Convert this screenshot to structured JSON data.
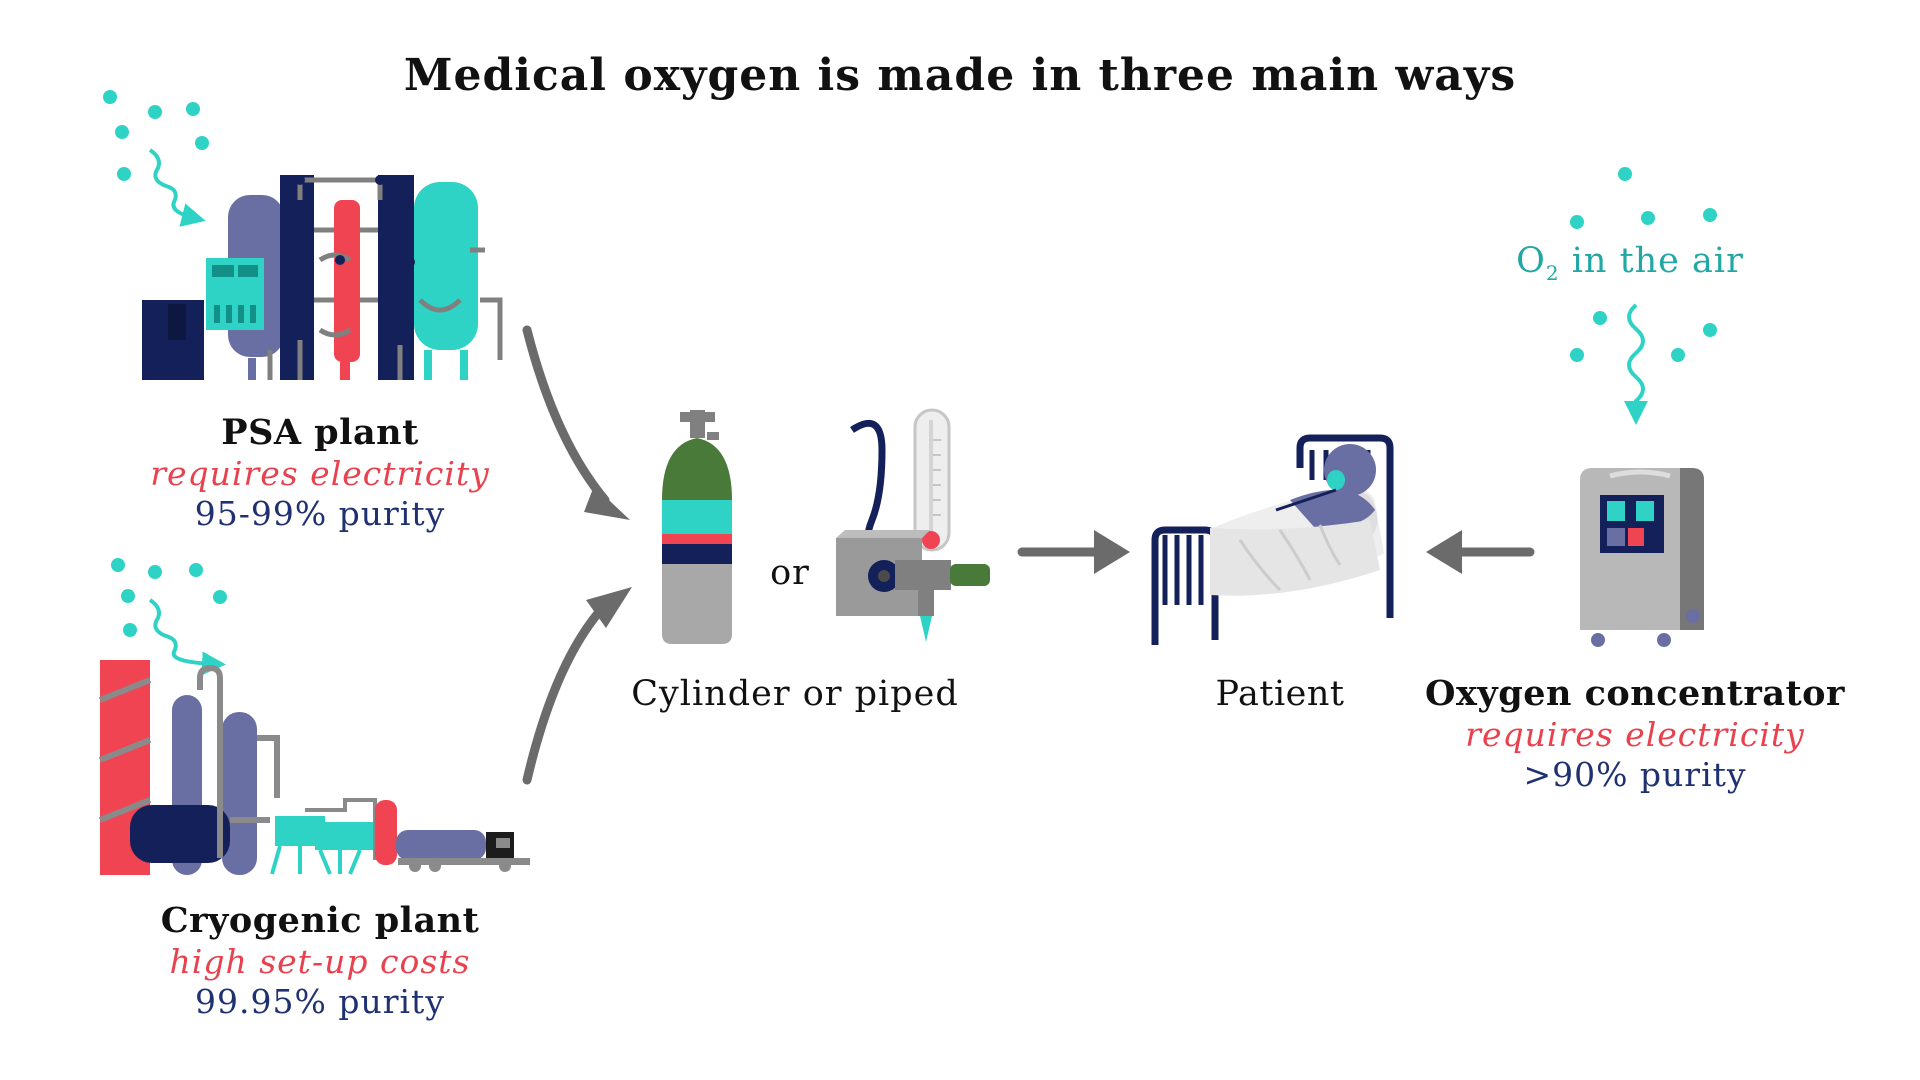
{
  "title": "Medical oxygen is made in three main ways",
  "sources": {
    "psa": {
      "name": "PSA plant",
      "requirement": "requires electricity",
      "purity": "95-99% purity"
    },
    "cryogenic": {
      "name": "Cryogenic plant",
      "requirement": "high set-up costs",
      "purity": "99.95% purity"
    },
    "concentrator": {
      "name": "Oxygen concentrator",
      "requirement": "requires electricity",
      "purity": ">90% purity"
    }
  },
  "delivery": {
    "or_label": "or",
    "label": "Cylinder or piped"
  },
  "patient": {
    "label": "Patient"
  },
  "air": {
    "o2_symbol": "O",
    "o2_subscript": "2",
    "o2_suffix": " in the air"
  },
  "colors": {
    "heading": "#111111",
    "requirement": "#e8424f",
    "purity": "#1f3170",
    "teal": "#2ed3c6",
    "navy": "#13205a",
    "slate": "#6a6fa3",
    "arrow": "#6b6b6b"
  },
  "icons": [
    "psa-plant-icon",
    "cryogenic-plant-icon",
    "oxygen-cylinder-icon",
    "wall-flowmeter-icon",
    "patient-bed-icon",
    "oxygen-concentrator-icon",
    "oxygen-molecule-dot-icon",
    "wavy-arrow-icon"
  ]
}
